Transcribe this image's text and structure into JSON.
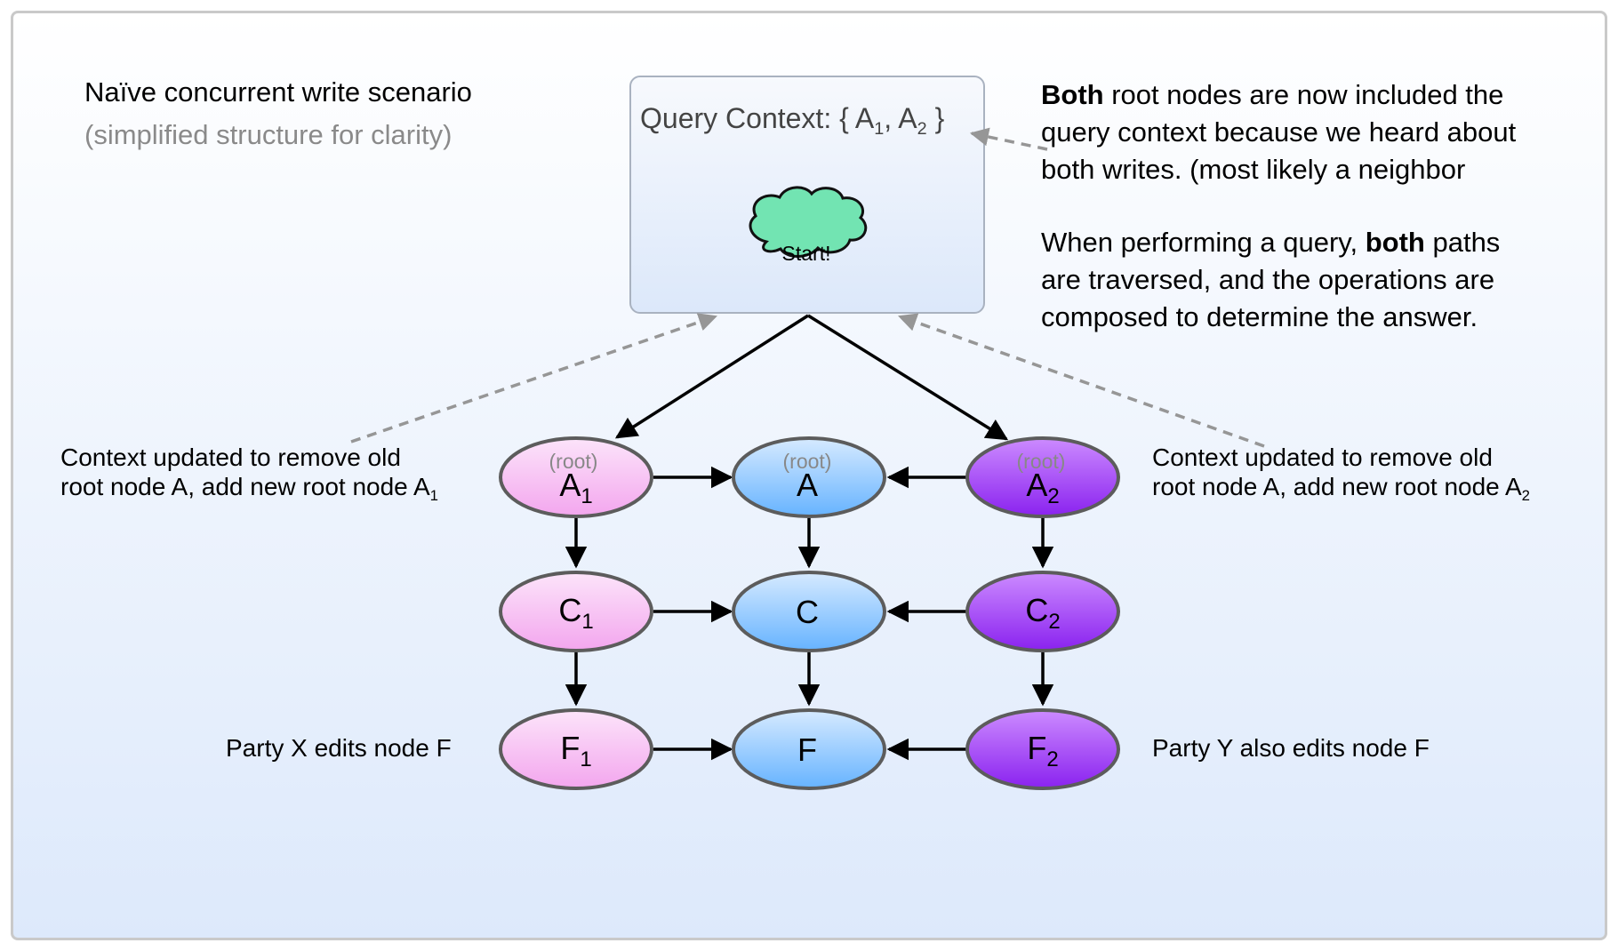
{
  "title": "Naïve concurrent write scenario",
  "subtitle": "(simplified structure for clarity)",
  "context_box": {
    "prefix": "Query Context: { A",
    "sub1": "1",
    "mid": ", A",
    "sub2": "2",
    "suffix": " }",
    "start_label": "Start!"
  },
  "note": {
    "p1_bold": "Both",
    "p1_rest": " root nodes are now included the",
    "p1_line2": "query context because we heard about",
    "p1_line3": "both writes. (most likely a neighbor",
    "p2_lead": "When performing a query, ",
    "p2_bold": "both",
    "p2_rest": " paths",
    "p2_line2": "are traversed, and the operations are",
    "p2_line3": "composed to determine the answer."
  },
  "left_label": {
    "line1": "Context updated to remove old",
    "line2": "root node A, add new root node A",
    "sub": "1"
  },
  "right_label": {
    "line1": "Context updated to remove old",
    "line2": "root node A, add new root node A",
    "sub": "2"
  },
  "party_x": "Party X edits node F",
  "party_y": "Party Y also edits node F",
  "root_tag": "(root)",
  "nodes": {
    "a1": {
      "letter": "A",
      "sub": "1"
    },
    "a": {
      "letter": "A",
      "sub": ""
    },
    "a2": {
      "letter": "A",
      "sub": "2"
    },
    "c1": {
      "letter": "C",
      "sub": "1"
    },
    "c": {
      "letter": "C",
      "sub": ""
    },
    "c2": {
      "letter": "C",
      "sub": "2"
    },
    "f1": {
      "letter": "F",
      "sub": "1"
    },
    "f": {
      "letter": "F",
      "sub": ""
    },
    "f2": {
      "letter": "F",
      "sub": "2"
    }
  },
  "colors": {
    "pink_top": "#fce4fa",
    "pink_bottom": "#f3a6ee",
    "blue_top": "#d6eaff",
    "blue_bottom": "#66b3ff",
    "purple_top": "#cc8bff",
    "purple_bottom": "#8a22ef",
    "cloud": "#72e4b2",
    "dashed": "#969696"
  }
}
